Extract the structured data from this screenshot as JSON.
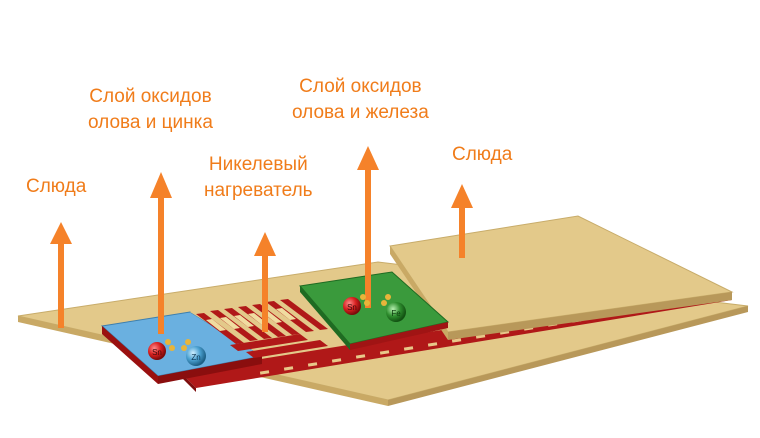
{
  "labels": {
    "mica_left": "Слюда",
    "zinc_oxides": [
      "Слой оксидов",
      "олова и цинка"
    ],
    "nickel_heater": [
      "Никелевый",
      "нагреватель"
    ],
    "iron_oxides": [
      "Слой оксидов",
      "олова и железа"
    ],
    "mica_right": "Слюда"
  },
  "atoms": {
    "tin_left": "Sn",
    "zinc": "Zn",
    "tin_right": "Sn",
    "iron": "Fe"
  },
  "colors": {
    "label": "#f07c1a",
    "arrow": "#f5822a",
    "mica": "#e3c98a",
    "zinc_layer": "#6ab0e0",
    "iron_layer": "#3a9a3c",
    "heater": "#b01818",
    "atom_tin": "#d82020",
    "atom_zinc": "#4aa0d0",
    "atom_iron": "#2f8f2f"
  }
}
